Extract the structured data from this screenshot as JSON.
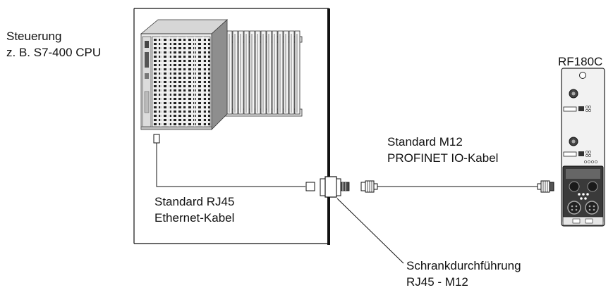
{
  "labels": {
    "controller": {
      "line1": "Steuerung",
      "line2": "z. B. S7-400 CPU"
    },
    "device": "RF180C",
    "m12_cable": {
      "line1": "Standard M12",
      "line2": "PROFINET IO-Kabel"
    },
    "rj45_cable": {
      "line1": "Standard RJ45",
      "line2": "Ethernet-Kabel"
    },
    "feedthrough": {
      "line1": "Schrankdurchführung",
      "line2": "RJ45 - M12"
    }
  }
}
